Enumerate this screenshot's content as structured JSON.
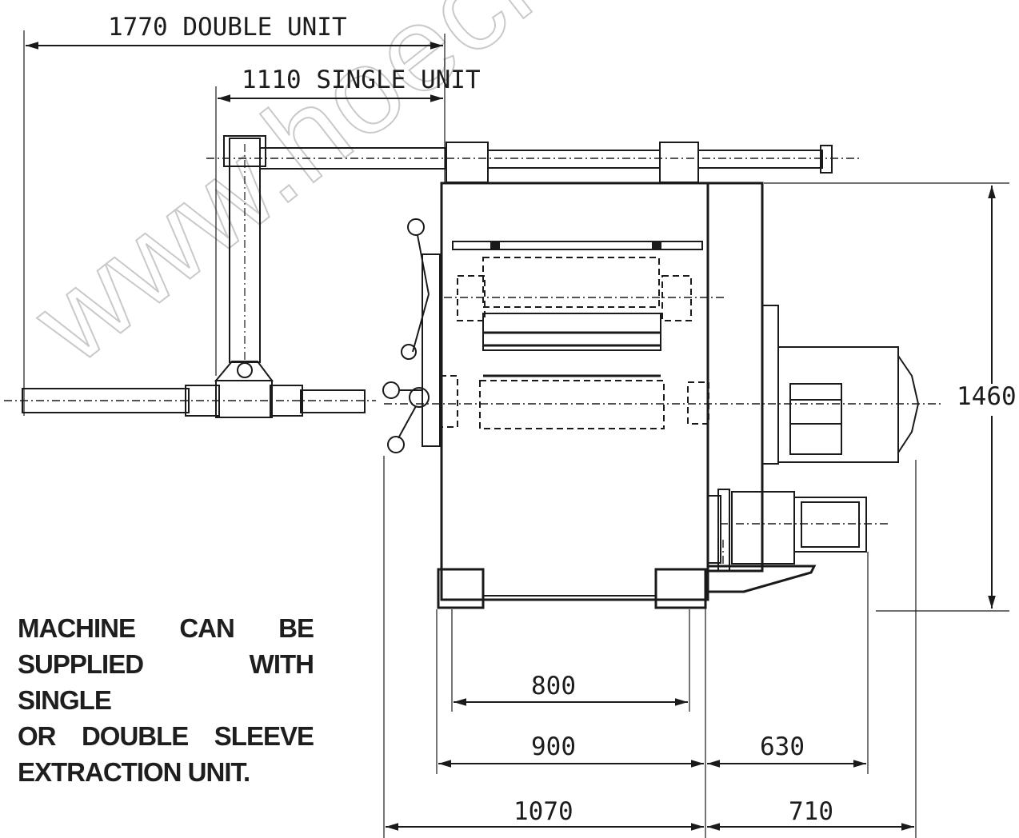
{
  "dimensions": {
    "double_unit": "1770 DOUBLE UNIT",
    "single_unit": "1110 SINGLE UNIT",
    "height": "1460",
    "d800": "800",
    "d900": "900",
    "d630": "630",
    "d1070": "1070",
    "d710": "710"
  },
  "note": {
    "line1": "MACHINE CAN BE",
    "line2": "SUPPLIED WITH SINGLE",
    "line3": "OR DOUBLE SLEEVE",
    "line4": "EXTRACTION UNIT."
  },
  "watermark": "www.hoechsmann",
  "colors": {
    "ink": "#1a1a1a",
    "watermark": "#c9c9c9"
  }
}
